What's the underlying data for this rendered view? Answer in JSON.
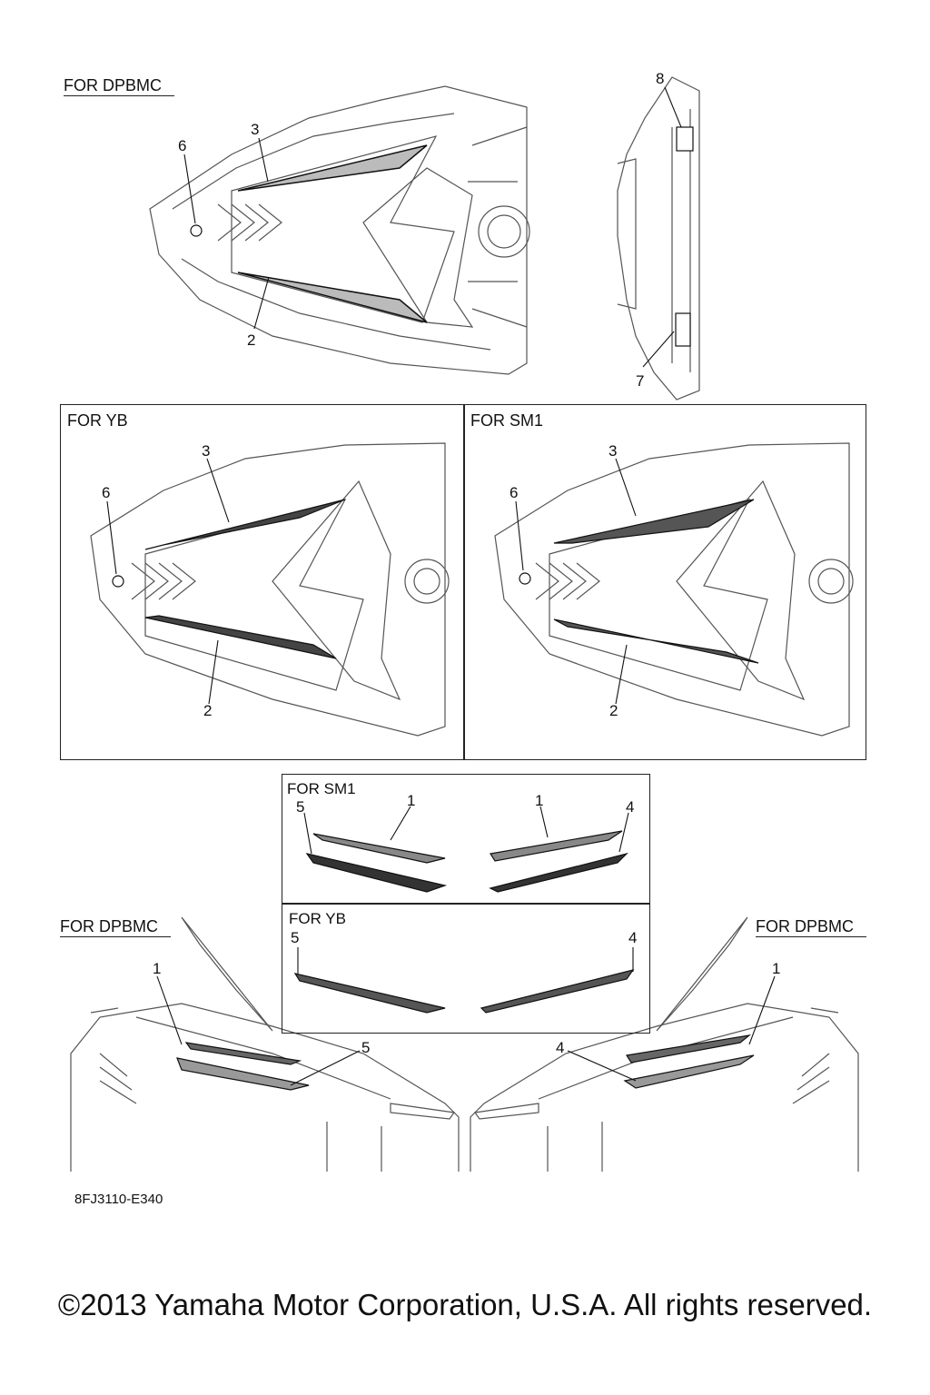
{
  "labels": {
    "top_left": "FOR DPBMC",
    "mid_left": "FOR YB",
    "mid_right": "FOR SM1",
    "small_top": "FOR SM1",
    "small_bottom": "FOR YB",
    "bottom_left": "FOR DPBMC",
    "bottom_right": "FOR DPBMC"
  },
  "callouts": {
    "top": [
      "8",
      "3",
      "6",
      "2",
      "7"
    ],
    "yb": [
      "3",
      "6",
      "2"
    ],
    "sm1": [
      "3",
      "6",
      "2"
    ],
    "small_sm1": [
      "5",
      "1",
      "1",
      "4"
    ],
    "small_yb": [
      "5",
      "4"
    ],
    "bottom_left": [
      "1",
      "5"
    ],
    "bottom_right": [
      "4",
      "1"
    ]
  },
  "diagram_code": "8FJ3110-E340",
  "copyright": "©2013 Yamaha Motor Corporation, U.S.A. All rights reserved."
}
